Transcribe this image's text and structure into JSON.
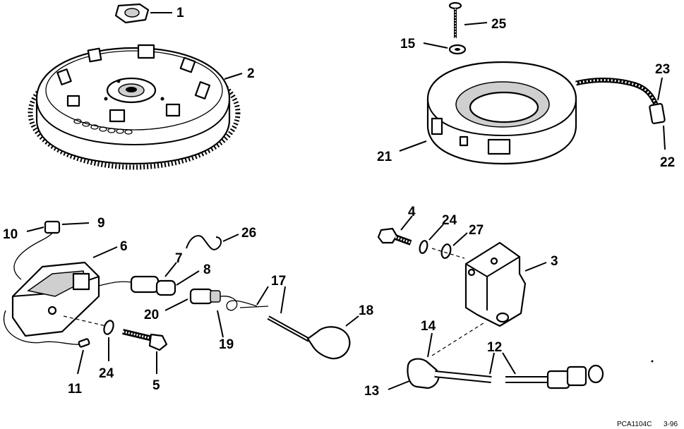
{
  "callouts": {
    "n1": "1",
    "n2": "2",
    "n3": "3",
    "n4": "4",
    "n5": "5",
    "n6": "6",
    "n7": "7",
    "n8": "8",
    "n9": "9",
    "n10": "10",
    "n11": "11",
    "n12": "12",
    "n13": "13",
    "n14": "14",
    "n15": "15",
    "n17": "17",
    "n18": "18",
    "n19": "19",
    "n20": "20",
    "n21": "21",
    "n22": "22",
    "n23": "23",
    "n24a": "24",
    "n24b": "24",
    "n25": "25",
    "n26": "26",
    "n27": "27"
  },
  "footer": {
    "code": "PCA1104C",
    "page": "3-96"
  }
}
